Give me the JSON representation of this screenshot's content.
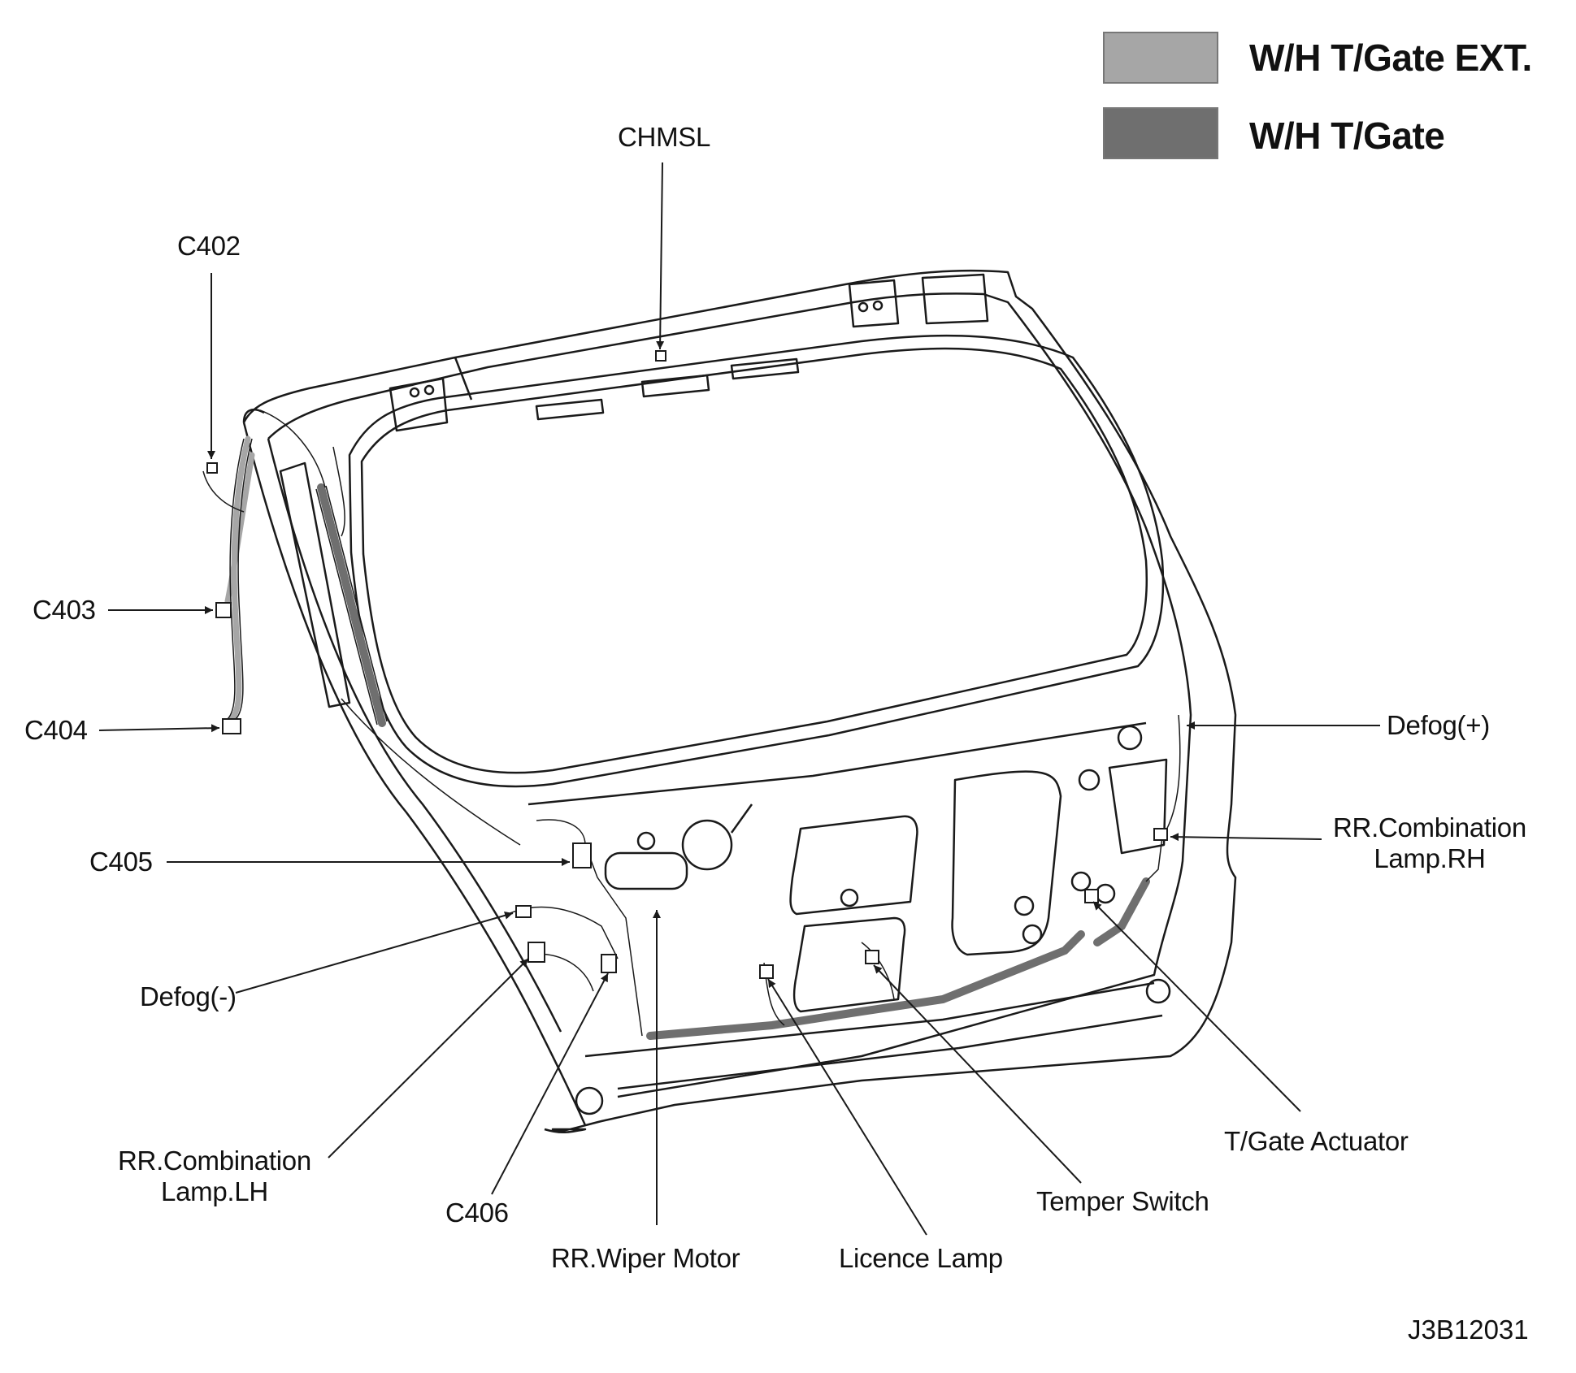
{
  "legend": [
    {
      "label": "W/H T/Gate EXT.",
      "color": "#a6a6a6"
    },
    {
      "label": "W/H T/Gate",
      "color": "#6f6f6f"
    }
  ],
  "labels": {
    "chmsl": "CHMSL",
    "c402": "C402",
    "c403": "C403",
    "c404": "C404",
    "c405": "C405",
    "defog_minus": "Defog(-)",
    "defog_plus": "Defog(+)",
    "rr_comb_rh_line1": "RR.Combination",
    "rr_comb_rh_line2": "Lamp.RH",
    "rr_comb_lh_line1": "RR.Combination",
    "rr_comb_lh_line2": "Lamp.LH",
    "c406": "C406",
    "rr_wiper_motor": "RR.Wiper Motor",
    "licence_lamp": "Licence Lamp",
    "temper_switch": "Temper Switch",
    "tgate_actuator": "T/Gate Actuator"
  },
  "figure_code": "J3B12031",
  "colors": {
    "outline": "#1a1a1a",
    "harness_ext": "#a6a6a6",
    "harness_gate": "#6f6f6f"
  }
}
